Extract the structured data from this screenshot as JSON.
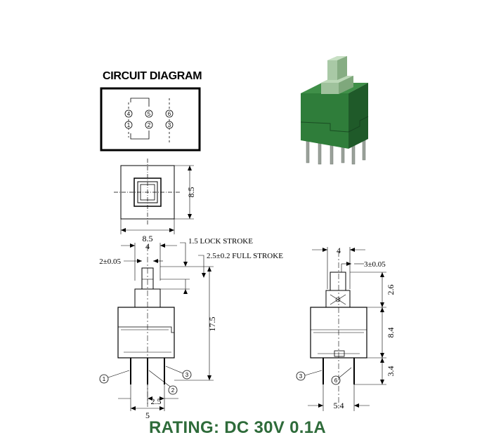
{
  "circuit_diagram": {
    "title": "CIRCUIT DIAGRAM",
    "pins_top": [
      "4",
      "5",
      "6"
    ],
    "pins_bottom": [
      "1",
      "2",
      "3"
    ]
  },
  "top_view": {
    "width_label": "8.5",
    "height_label": "8.5"
  },
  "side_view": {
    "top_width": "4",
    "button_width": "2±0.05",
    "lock_stroke": "1.5 LOCK STROKE",
    "full_stroke": "2.5±0.2 FULL STROKE",
    "height": "17.5",
    "pin_spacing": "2.5",
    "pin_span": "5",
    "pin_callouts": [
      "1",
      "2",
      "3"
    ]
  },
  "front_view": {
    "top_width": "4",
    "offset": "3±0.05",
    "button_height": "2.6",
    "body_height": "8.4",
    "pin_length": "3.4",
    "width": "5.4",
    "pin_callouts": [
      "3",
      "6"
    ]
  },
  "rating": "RATING:  DC 30V 0.1A",
  "colors": {
    "switch_body": "#2f7d3a",
    "switch_body_dark": "#1f5a29",
    "switch_button": "#a9c9a6",
    "rating_text": "#2e6b3a"
  }
}
